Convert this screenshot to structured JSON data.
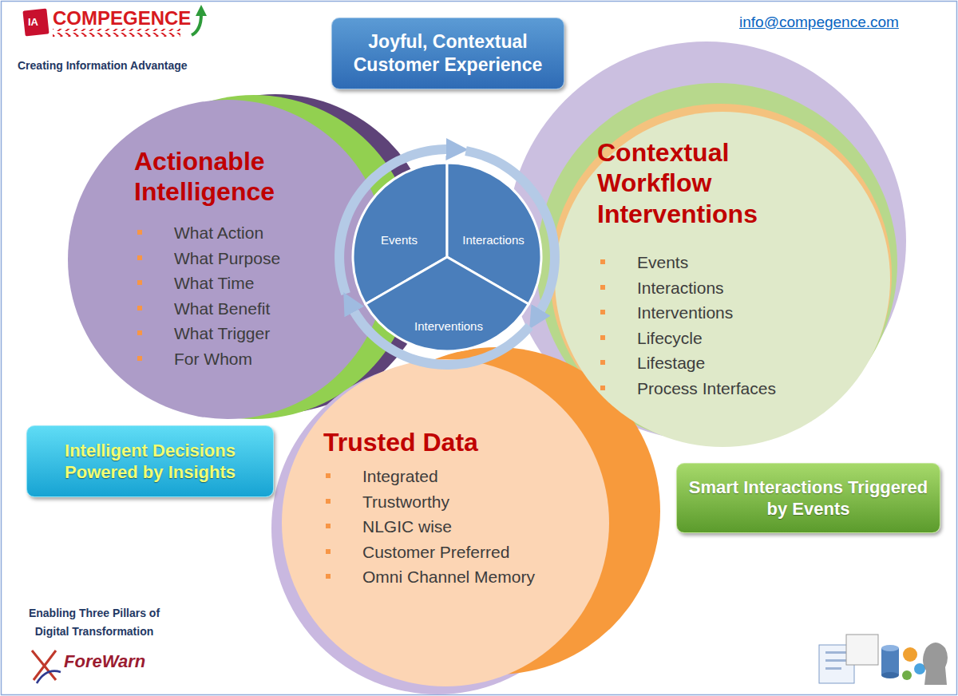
{
  "diagram": {
    "nodes": [
      {
        "text": [
          "Joyful, Contextual Customer Experience"
        ]
      },
      {
        "text": [
          "Actionable Intelligence",
          "What Action",
          "What Purpose",
          "What Time",
          "What Benefit",
          "What Trigger",
          "For Whom"
        ]
      },
      {
        "text": [
          "Events"
        ]
      },
      {
        "text": [
          "Interactions"
        ]
      },
      {
        "text": [
          "Interventions"
        ]
      },
      {
        "text": [
          "Contextual Workflow Interventions",
          "Events",
          "Interactions",
          "Interventions",
          "Lifecycle",
          "Lifestage",
          "Process Interfaces"
        ]
      },
      {
        "text": [
          "Intelligent Decisions Powered by Insights"
        ]
      },
      {
        "text": [
          "Trusted Data",
          "Integrated",
          "Trustworthy",
          "NLGIC wise",
          "Customer Preferred",
          "Omni Channel Memory"
        ]
      },
      {
        "text": [
          "Smart Interactions Triggered by Events"
        ]
      }
    ],
    "edges": [
      {
        "from": 2,
        "to": 3,
        "arrow": "to"
      },
      {
        "from": 3,
        "to": 4,
        "arrow": "to"
      },
      {
        "from": 4,
        "to": 2,
        "arrow": "to"
      }
    ],
    "labels": [
      "IA",
      "COMPEGENCE",
      "Creating Information Advantage",
      "info@compegence.com",
      "Enabling Three Pillars of Digital Transformation",
      "ForeWarn"
    ]
  }
}
